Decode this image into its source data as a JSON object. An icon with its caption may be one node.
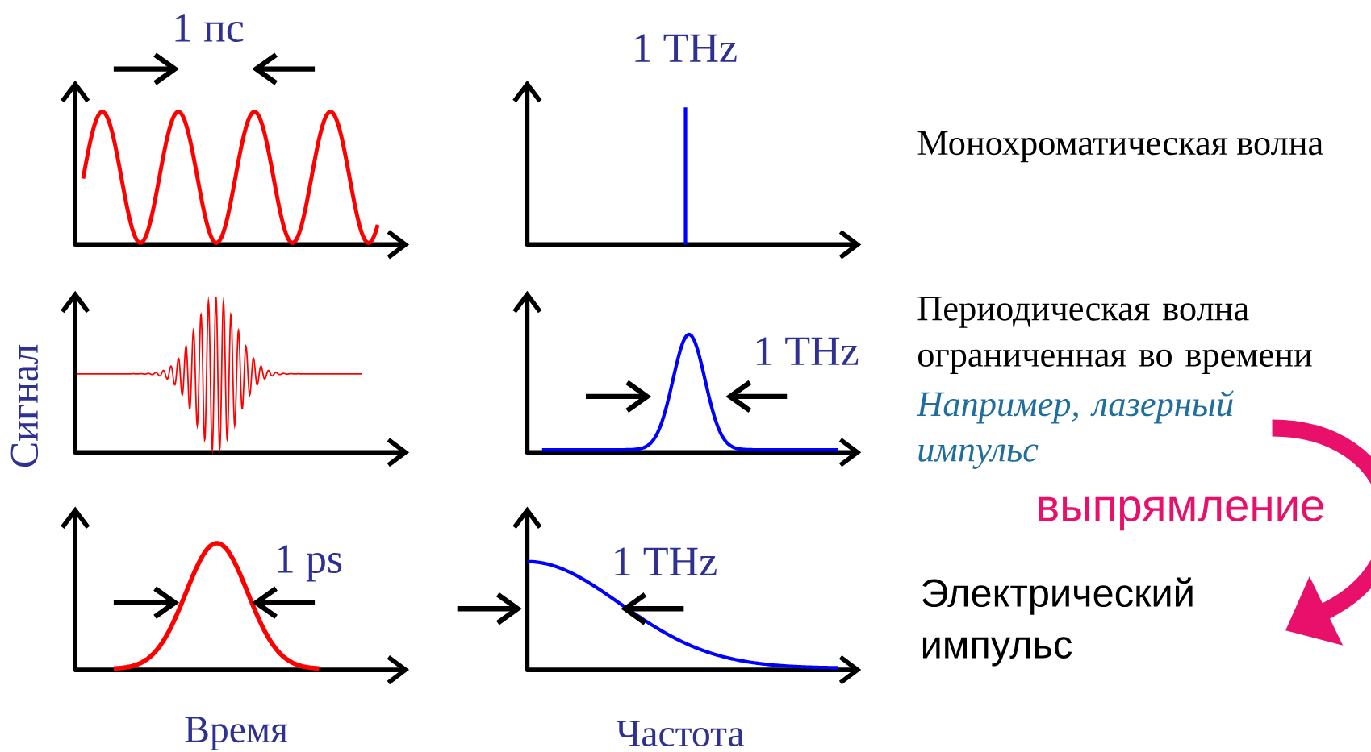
{
  "diagram": {
    "labels": [
      "1 пс",
      "1 THz",
      "Монохроматическая волна",
      "Периодическая волна ограниченная во времени",
      "Например, лазерный импульс",
      "1 THz",
      "Сигнал",
      "выпрямление",
      "1 ps",
      "1 THz",
      "Электрический импульс",
      "Время",
      "Частота"
    ]
  }
}
